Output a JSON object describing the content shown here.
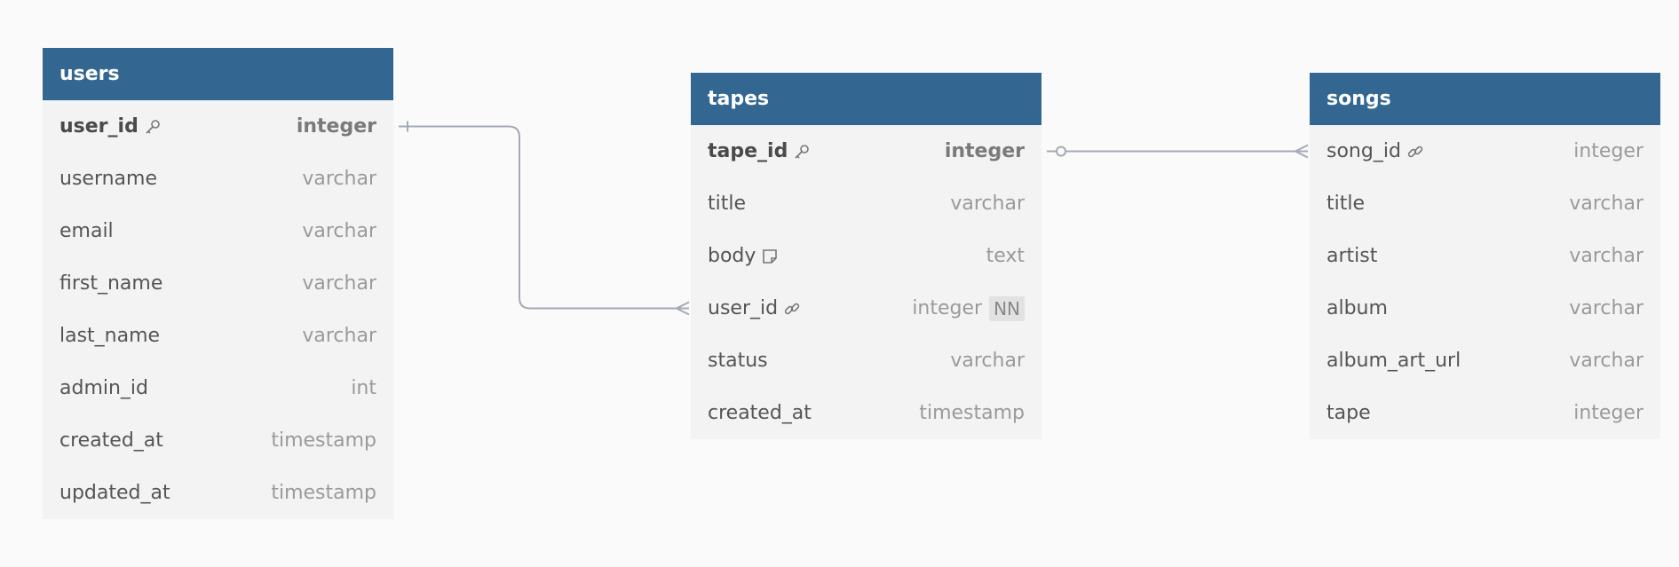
{
  "tables": [
    {
      "name": "users",
      "fields": [
        {
          "name": "user_id",
          "type": "integer",
          "pk": true,
          "icon": "key-icon"
        },
        {
          "name": "username",
          "type": "varchar"
        },
        {
          "name": "email",
          "type": "varchar"
        },
        {
          "name": "first_name",
          "type": "varchar"
        },
        {
          "name": "last_name",
          "type": "varchar"
        },
        {
          "name": "admin_id",
          "type": "int"
        },
        {
          "name": "created_at",
          "type": "timestamp"
        },
        {
          "name": "updated_at",
          "type": "timestamp"
        }
      ]
    },
    {
      "name": "tapes",
      "fields": [
        {
          "name": "tape_id",
          "type": "integer",
          "pk": true,
          "icon": "key-icon"
        },
        {
          "name": "title",
          "type": "varchar"
        },
        {
          "name": "body",
          "type": "text",
          "icon": "note-icon"
        },
        {
          "name": "user_id",
          "type": "integer",
          "icon": "link-icon",
          "badge": "NN"
        },
        {
          "name": "status",
          "type": "varchar"
        },
        {
          "name": "created_at",
          "type": "timestamp"
        }
      ]
    },
    {
      "name": "songs",
      "fields": [
        {
          "name": "song_id",
          "type": "integer",
          "icon": "link-icon"
        },
        {
          "name": "title",
          "type": "varchar"
        },
        {
          "name": "artist",
          "type": "varchar"
        },
        {
          "name": "album",
          "type": "varchar"
        },
        {
          "name": "album_art_url",
          "type": "varchar"
        },
        {
          "name": "tape",
          "type": "integer"
        }
      ]
    }
  ],
  "relationships": [
    {
      "from_table": "users",
      "from_field": "user_id",
      "from_end": "one",
      "to_table": "tapes",
      "to_field": "user_id",
      "to_end": "many"
    },
    {
      "from_table": "tapes",
      "from_field": "tape_id",
      "from_end": "zero-or-one",
      "to_table": "songs",
      "to_field": "song_id",
      "to_end": "many"
    }
  ],
  "colors": {
    "header_bg": "#336791",
    "header_text": "#ffffff",
    "table_bg": "#f3f3f3",
    "connector": "#a4a9b4",
    "canvas_bg": "#fafafa"
  }
}
